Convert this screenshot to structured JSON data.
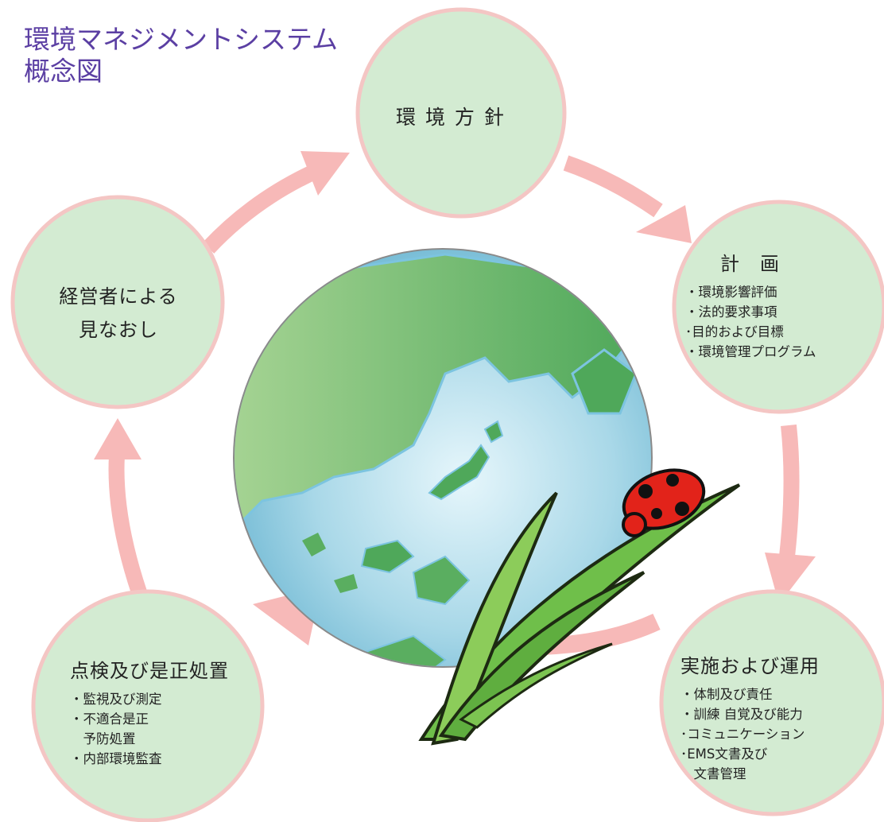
{
  "title": {
    "line1": "環境マネジメントシステム",
    "line2": "概念図"
  },
  "colors": {
    "circle_fill": "#d3ebd2",
    "circle_stroke": "#f4c6c4",
    "arrow": "#f7b9b8",
    "title": "#5b3fa3",
    "ocean": "#9fd3e3",
    "land": "#6fb86a"
  },
  "nodes": {
    "policy": {
      "heading": "環 境 方 針"
    },
    "plan": {
      "heading": "計　画",
      "items": [
        "・環境影響評価",
        "・法的要求事項",
        "･目的および目標",
        "・環境管理プログラム"
      ]
    },
    "implementation": {
      "heading": "実施および運用",
      "items": [
        "・体制及び責任",
        "・訓練 自覚及び能力",
        "･コミュニケーション",
        "･EMS文書及び",
        "　文書管理"
      ]
    },
    "checking": {
      "heading": "点検及び是正処置",
      "items": [
        "・監視及び測定",
        "・不適合是正",
        "　予防処置",
        "・内部環境監査"
      ]
    },
    "review": {
      "heading_line1": "経営者による",
      "heading_line2": "見なおし"
    }
  },
  "illustration": {
    "globe": "earth-globe-icon",
    "plant": "grass-leaf-icon",
    "insect": "ladybug-icon"
  }
}
